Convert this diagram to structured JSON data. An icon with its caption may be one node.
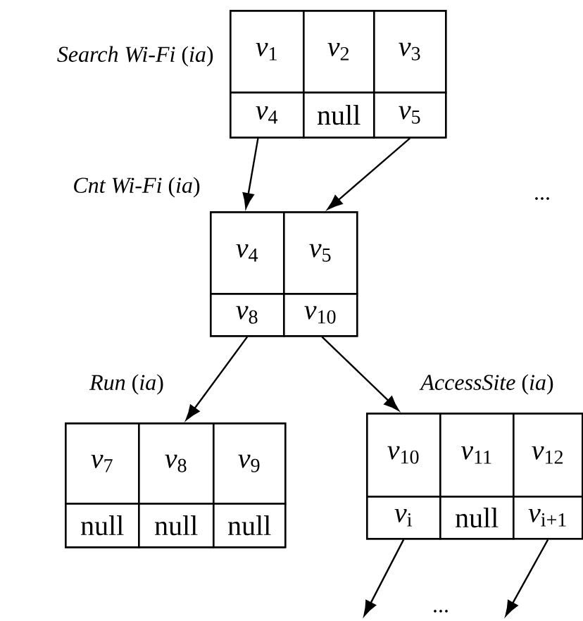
{
  "diagram": {
    "nodes": [
      {
        "text": [
          "*Search Wi-Fi* (*ia*)"
        ]
      },
      {
        "text": [
          "*v*$_{1}$"
        ],
        "in": 0
      },
      {
        "text": [
          "*v*$_{2}$"
        ],
        "in": 0
      },
      {
        "text": [
          "*v*$_{3}$"
        ],
        "in": 0
      },
      {
        "text": [
          "*v*$_{4}$"
        ],
        "in": 0
      },
      {
        "text": [
          "null"
        ],
        "in": 0
      },
      {
        "text": [
          "*v*$_{5}$"
        ],
        "in": 0
      },
      {
        "text": [
          "*Cnt Wi-Fi* (*ia*)"
        ]
      },
      {
        "text": [
          "*v*$_{4}$"
        ],
        "in": 7
      },
      {
        "text": [
          "*v*$_{5}$"
        ],
        "in": 7
      },
      {
        "text": [
          "*v*$_{8}$"
        ],
        "in": 7
      },
      {
        "text": [
          "*v*$_{10}$"
        ],
        "in": 7
      },
      {
        "text": [
          "*Run* (*ia*)"
        ]
      },
      {
        "text": [
          "*v*$_{7}$"
        ],
        "in": 12
      },
      {
        "text": [
          "*v*$_{8}$"
        ],
        "in": 12
      },
      {
        "text": [
          "*v*$_{9}$"
        ],
        "in": 12
      },
      {
        "text": [
          "null"
        ],
        "in": 12
      },
      {
        "text": [
          "null"
        ],
        "in": 12
      },
      {
        "text": [
          "null"
        ],
        "in": 12
      },
      {
        "text": [
          "*AccessSite* (*ia*)"
        ]
      },
      {
        "text": [
          "*v*$_{10}$"
        ],
        "in": 19
      },
      {
        "text": [
          "*v*$_{11}$"
        ],
        "in": 19
      },
      {
        "text": [
          "*v*$_{12}$"
        ],
        "in": 19
      },
      {
        "text": [
          "*v*$_{i}$"
        ],
        "in": 19
      },
      {
        "text": [
          "null"
        ],
        "in": 19
      },
      {
        "text": [
          "*v*$_{i+1}$"
        ],
        "in": 19
      }
    ],
    "edges": [
      {
        "from": 4,
        "to": 7,
        "arrow": "to"
      },
      {
        "from": 6,
        "to": 7,
        "arrow": "to"
      },
      {
        "from": 10,
        "to": 12,
        "arrow": "to"
      },
      {
        "from": 11,
        "to": 19,
        "arrow": "to"
      },
      {
        "from": 23,
        "to": null,
        "arrow": "to"
      },
      {
        "from": 25,
        "to": null,
        "arrow": "to"
      }
    ],
    "labels": [
      "...",
      "..."
    ]
  }
}
